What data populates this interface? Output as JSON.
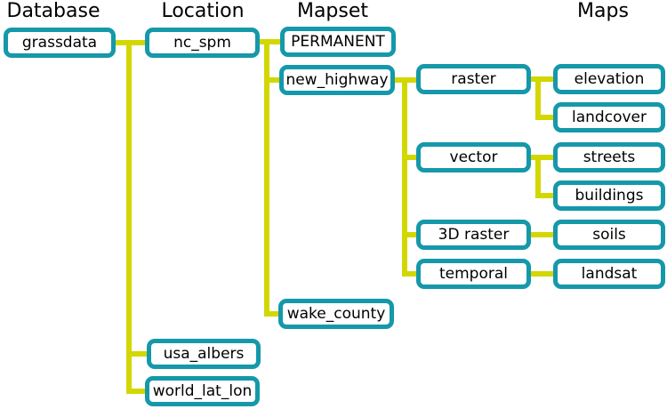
{
  "colors": {
    "node_border": "#1598aa",
    "connector": "#d3d700",
    "text": "#000000",
    "background": "#ffffff"
  },
  "headers": {
    "database": "Database",
    "location": "Location",
    "mapset": "Mapset",
    "maps": "Maps"
  },
  "tree": {
    "database": {
      "name": "grassdata"
    },
    "locations": [
      {
        "name": "nc_spm",
        "mapsets": [
          {
            "name": "PERMANENT"
          },
          {
            "name": "new_highway",
            "types": [
              {
                "name": "raster",
                "maps": [
                  {
                    "name": "elevation"
                  },
                  {
                    "name": "landcover"
                  }
                ]
              },
              {
                "name": "vector",
                "maps": [
                  {
                    "name": "streets"
                  },
                  {
                    "name": "buildings"
                  }
                ]
              },
              {
                "name": "3D raster",
                "maps": [
                  {
                    "name": "soils"
                  }
                ]
              },
              {
                "name": "temporal",
                "maps": [
                  {
                    "name": "landsat"
                  }
                ]
              }
            ]
          },
          {
            "name": "wake_county"
          }
        ]
      },
      {
        "name": "usa_albers"
      },
      {
        "name": "world_lat_lon"
      }
    ]
  }
}
